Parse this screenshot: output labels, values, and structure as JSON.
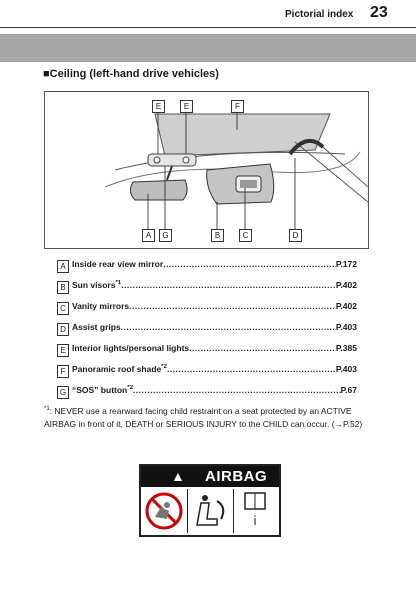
{
  "header": {
    "section": "Pictorial index",
    "page_number": "23"
  },
  "heading": "■Ceiling (left-hand drive vehicles)",
  "figure": {
    "callouts_top": [
      "E",
      "E",
      "F"
    ],
    "callouts_bottom": [
      "A",
      "G",
      "B",
      "C",
      "D"
    ]
  },
  "items": [
    {
      "letter": "A",
      "name": "Inside rear view mirror",
      "sup": "",
      "ref": "P.172"
    },
    {
      "letter": "B",
      "name": "Sun visors",
      "sup": "*1",
      "ref": "P.402"
    },
    {
      "letter": "C",
      "name": "Vanity mirrors",
      "sup": "",
      "ref": "P.402"
    },
    {
      "letter": "D",
      "name": "Assist grips",
      "sup": "",
      "ref": "P.403"
    },
    {
      "letter": "E",
      "name": "Interior lights/personal lights",
      "sup": "",
      "ref": "P.385"
    },
    {
      "letter": "F",
      "name": "Panoramic roof shade",
      "sup": "*2",
      "ref": "P.403"
    },
    {
      "letter": "G",
      "name": "“SOS” button",
      "sup": "*2",
      "ref": "P.67"
    }
  ],
  "note": {
    "marker": "*1",
    "text": ": NEVER use a rearward facing child restraint on a seat protected by an ACTIVE AIRBAG in front of it, DEATH or SERIOUS INJURY to the CHILD can occur.",
    "ref": "(→P.52)"
  },
  "warning_label": {
    "symbol": "▲",
    "word": "AIRBAG"
  }
}
